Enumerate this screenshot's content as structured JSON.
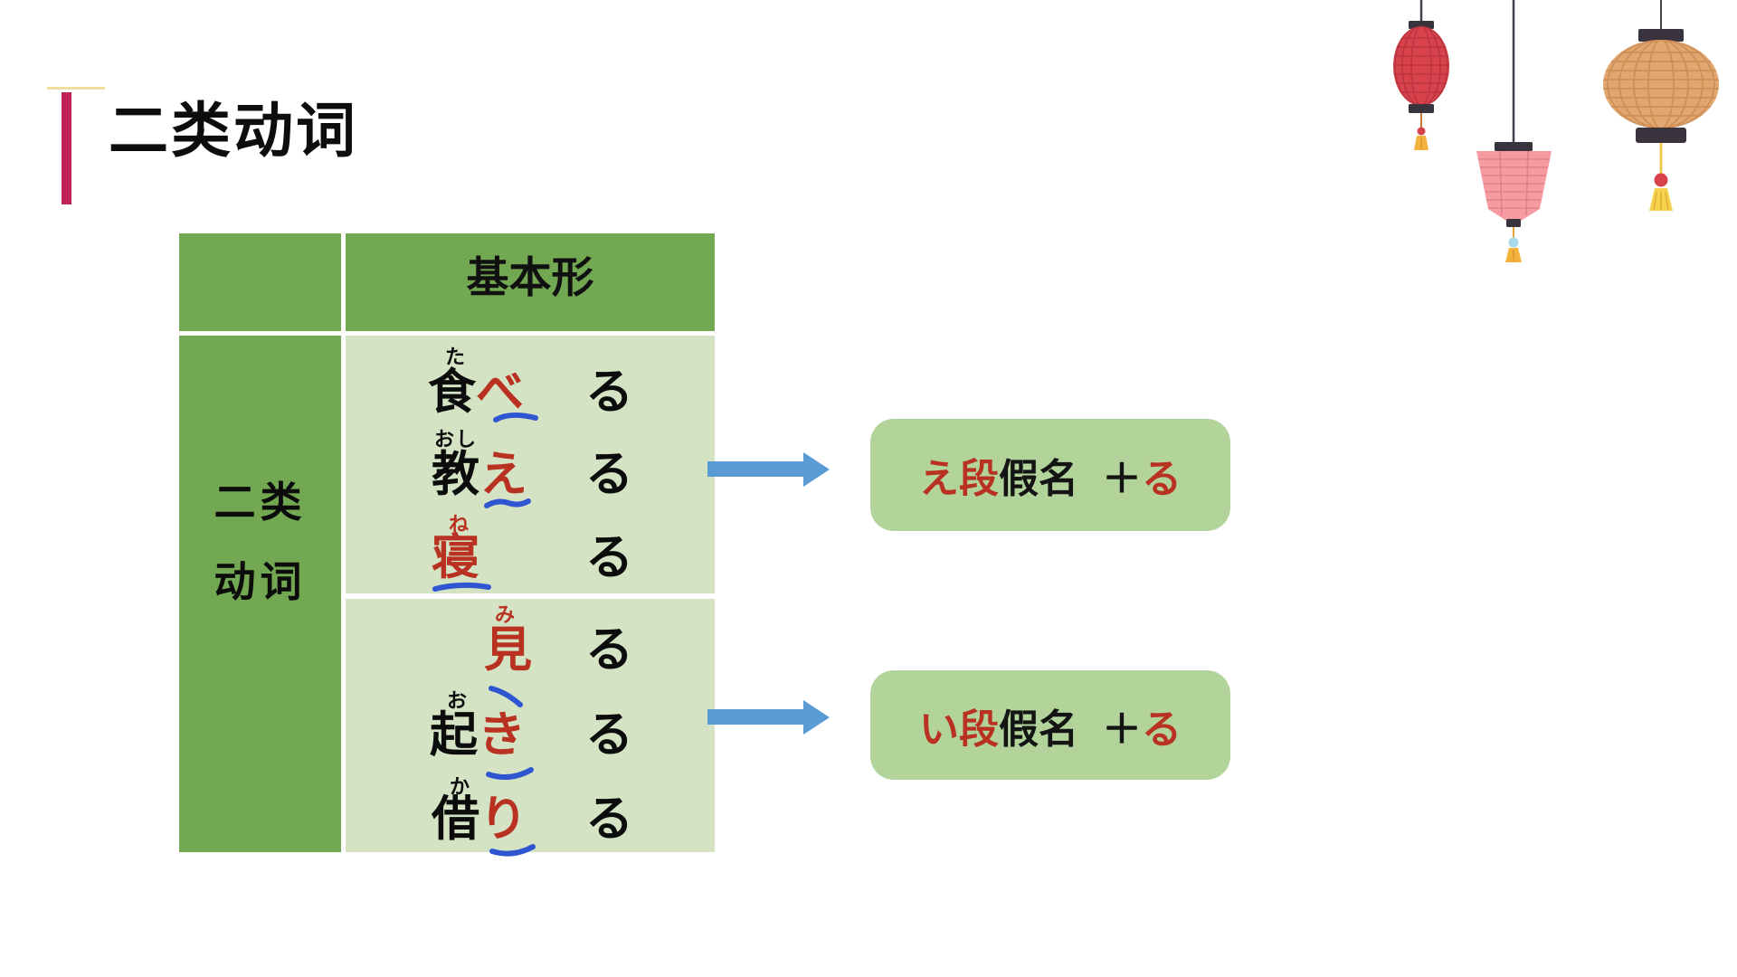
{
  "slide": {
    "title": "二类动词"
  },
  "table": {
    "header": "基本形",
    "row_label": {
      "line1": "二类",
      "line2": "动词"
    },
    "verbs": [
      {
        "furigana": "た",
        "stem": "食",
        "ending": "べ",
        "suffix": "る"
      },
      {
        "furigana": "おし",
        "stem": "教",
        "ending": "え",
        "suffix": "る"
      },
      {
        "furigana": "ね",
        "stem": "",
        "ending": "寝",
        "suffix": "る"
      },
      {
        "furigana": "み",
        "stem": "",
        "ending": "見",
        "suffix": "る"
      },
      {
        "furigana": "お",
        "stem": "起",
        "ending": "き",
        "suffix": "る"
      },
      {
        "furigana": "か",
        "stem": "借",
        "ending": "り",
        "suffix": "る"
      }
    ]
  },
  "rules": [
    {
      "dan": "え段",
      "kana": "假名",
      "plus": "＋",
      "ru": "る"
    },
    {
      "dan": "い段",
      "kana": "假名",
      "plus": "＋",
      "ru": "る"
    }
  ],
  "colors": {
    "accent_red": "#b93120",
    "table_header_green": "#71a851",
    "table_body_green": "#d3e3c3",
    "rule_box_green": "#b2d49b",
    "arrow_blue": "#5b9bd5",
    "annotation_blue": "#2f55d0",
    "title_bar_magenta": "#c02456"
  },
  "icons": {
    "lantern_1": "red-oval-lantern",
    "lantern_2": "pink-trapezoid-lantern",
    "lantern_3": "orange-round-lantern"
  }
}
